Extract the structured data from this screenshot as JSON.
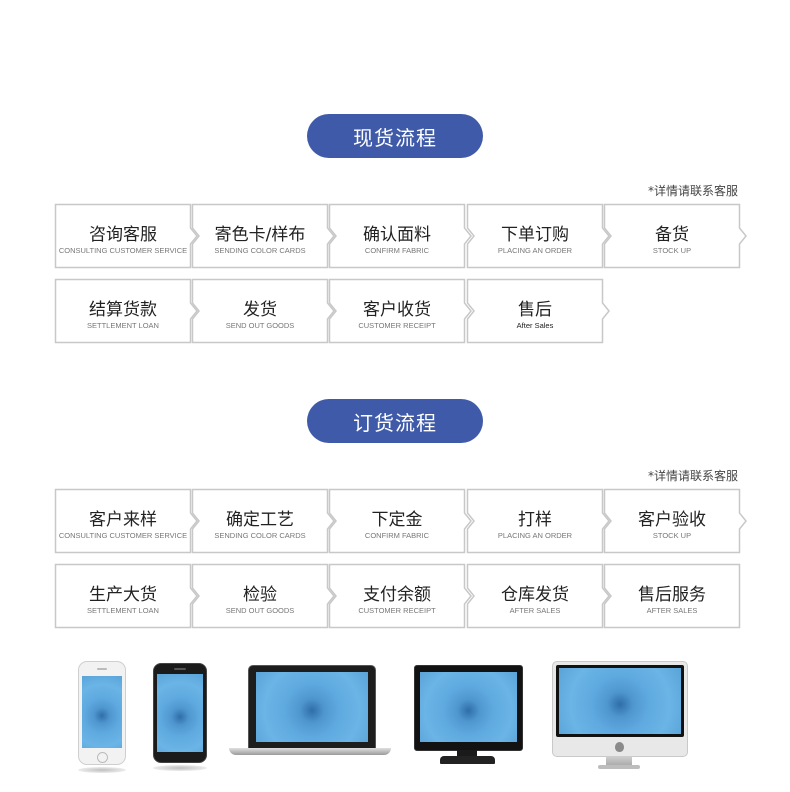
{
  "section1": {
    "title": "现货流程",
    "note": "*详情请联系客服",
    "row1": [
      {
        "cn": "咨询客服",
        "en": "CONSULTING CUSTOMER SERVICE"
      },
      {
        "cn": "寄色卡/样布",
        "en": "SENDING COLOR CARDS"
      },
      {
        "cn": "确认面料",
        "en": "CONFIRM FABRIC"
      },
      {
        "cn": "下单订购",
        "en": "PLACING AN ORDER"
      },
      {
        "cn": "备货",
        "en": "STOCK UP"
      }
    ],
    "row2": [
      {
        "cn": "结算货款",
        "en": "SETTLEMENT LOAN"
      },
      {
        "cn": "发货",
        "en": "SEND OUT GOODS"
      },
      {
        "cn": "客户收货",
        "en": "CUSTOMER RECEIPT"
      },
      {
        "cn": "售后",
        "en": "After Sales"
      }
    ]
  },
  "section2": {
    "title": "订货流程",
    "note": "*详情请联系客服",
    "row1": [
      {
        "cn": "客户来样",
        "en": "CONSULTING CUSTOMER SERVICE"
      },
      {
        "cn": "确定工艺",
        "en": "SENDING COLOR CARDS"
      },
      {
        "cn": "下定金",
        "en": "CONFIRM FABRIC"
      },
      {
        "cn": "打样",
        "en": "PLACING AN ORDER"
      },
      {
        "cn": "客户验收",
        "en": "STOCK UP"
      }
    ],
    "row2": [
      {
        "cn": "生产大货",
        "en": "SETTLEMENT LOAN"
      },
      {
        "cn": "检验",
        "en": "SEND OUT GOODS"
      },
      {
        "cn": "支付余额",
        "en": "CUSTOMER RECEIPT"
      },
      {
        "cn": "仓库发货",
        "en": "AFTER SALES"
      },
      {
        "cn": "售后服务",
        "en": "AFTER SALES"
      }
    ]
  },
  "colors": {
    "pill": "#3f5aa8",
    "border": "#c8c8c8",
    "fabric": "#5ea9df"
  },
  "devices": [
    "phone-white",
    "phone-black",
    "laptop",
    "monitor",
    "imac"
  ]
}
